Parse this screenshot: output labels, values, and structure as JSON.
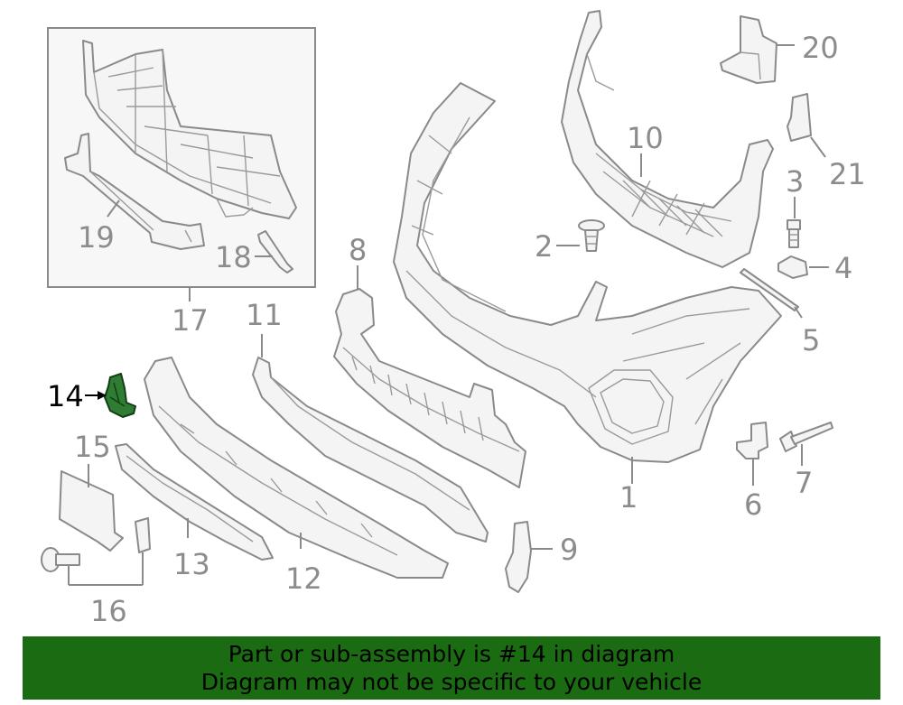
{
  "callouts": {
    "c1": "1",
    "c2": "2",
    "c3": "3",
    "c4": "4",
    "c5": "5",
    "c6": "6",
    "c7": "7",
    "c8": "8",
    "c9": "9",
    "c10": "10",
    "c11": "11",
    "c12": "12",
    "c13": "13",
    "c14": "14",
    "c15": "15",
    "c16": "16",
    "c17": "17",
    "c18": "18",
    "c19": "19",
    "c20": "20",
    "c21": "21"
  },
  "highlighted_part": "14",
  "colors": {
    "highlight": "#2e7d32",
    "banner": "#1a6b12",
    "line": "#8a8a8a"
  },
  "banner": {
    "line1": "Part or sub-assembly is #14 in diagram",
    "line2": "Diagram may not be specific to your vehicle"
  }
}
